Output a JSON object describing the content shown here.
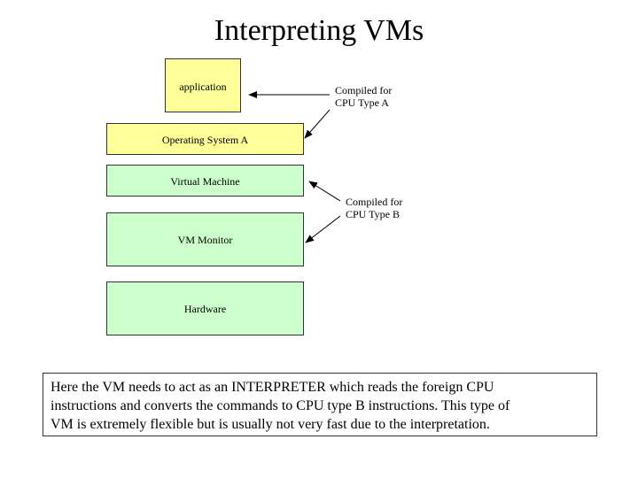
{
  "title": "Interpreting VMs",
  "diagram": {
    "layers": {
      "application": "application",
      "operating_system": "Operating System A",
      "virtual_machine": "Virtual Machine",
      "vm_monitor": "VM Monitor",
      "hardware": "Hardware"
    },
    "annotations": {
      "type_a": [
        "Compiled for",
        "CPU Type A"
      ],
      "type_b": [
        "Compiled for",
        "CPU Type B"
      ]
    },
    "colors": {
      "guest_layers": "#ffff99",
      "host_layers": "#ccffcc"
    }
  },
  "description": [
    "Here the VM needs to act as an INTERPRETER which reads the foreign CPU",
    "instructions and converts the commands to CPU type B instructions. This type of",
    "VM is extremely flexible but is usually not very fast due to the interpretation."
  ]
}
